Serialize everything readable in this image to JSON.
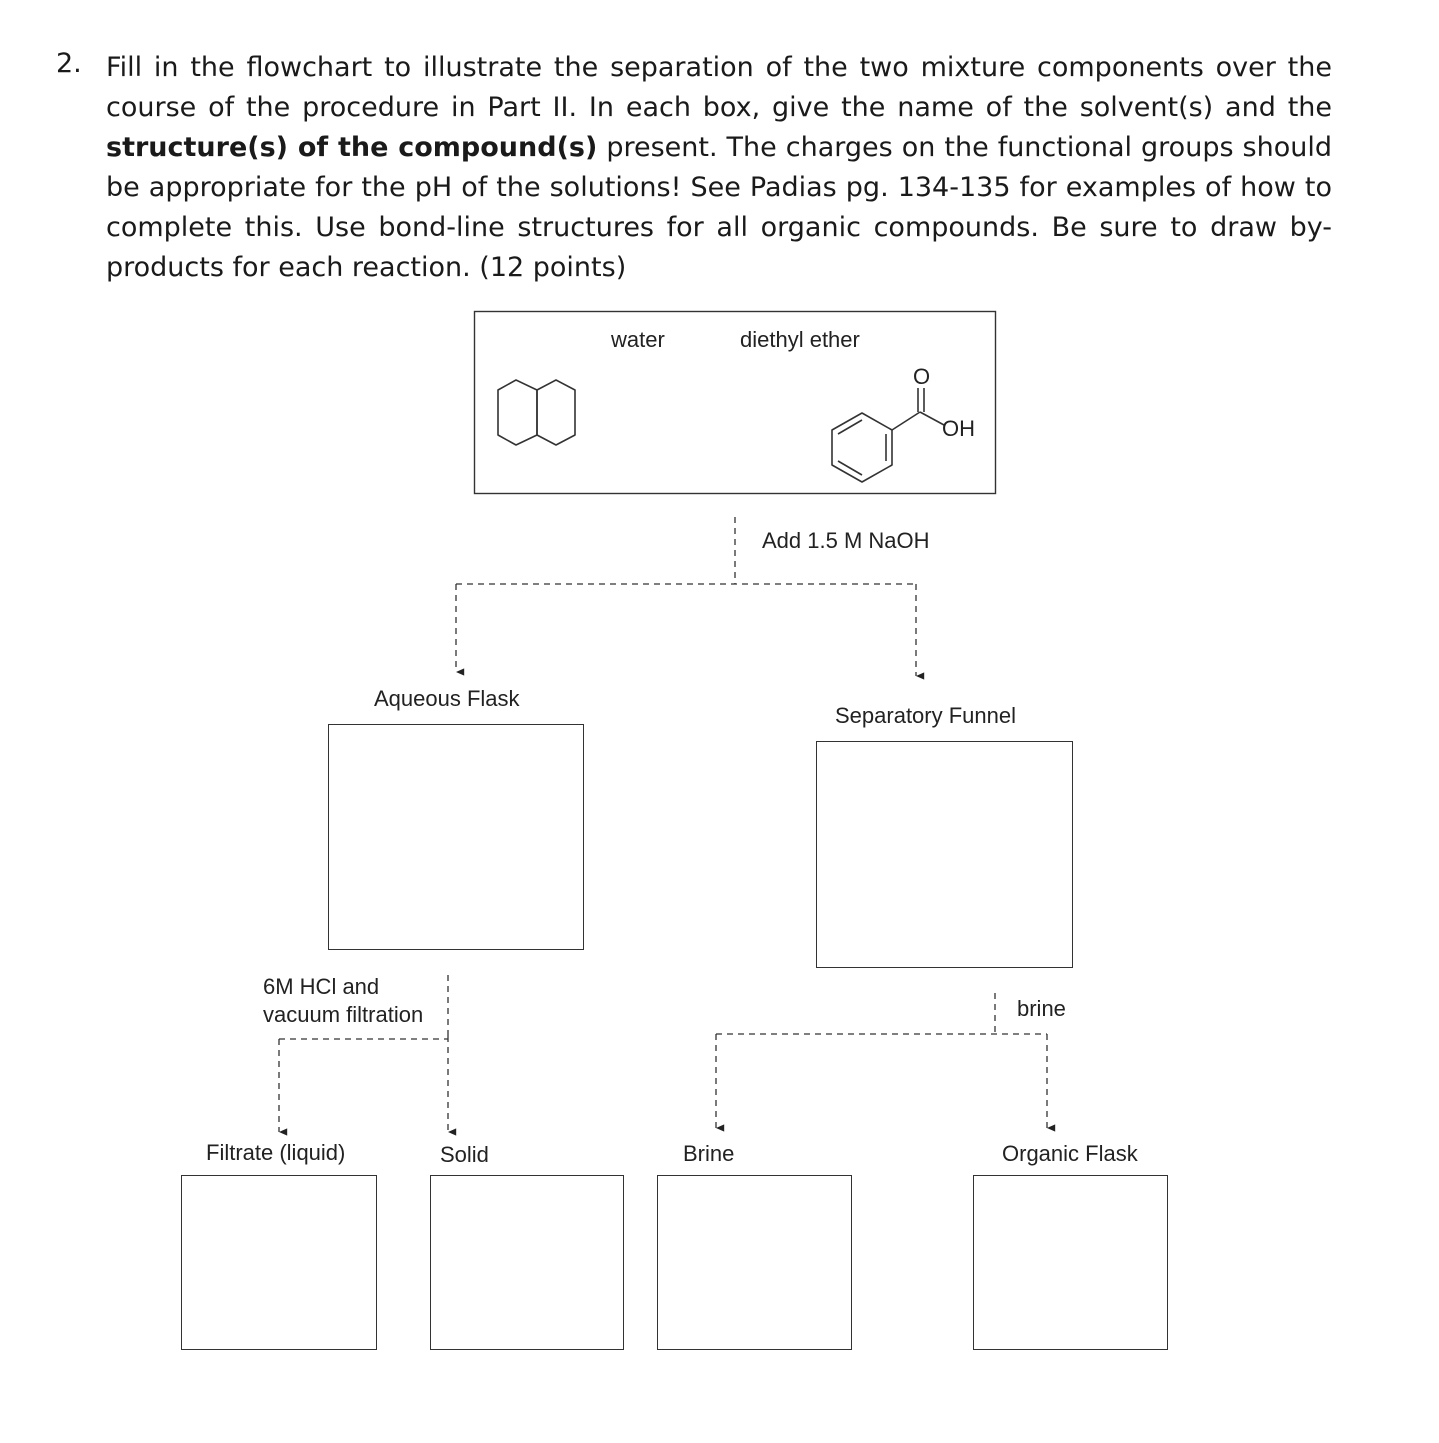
{
  "question": {
    "number": "2.",
    "text_part1": "Fill in the flowchart to illustrate the separation of the two mixture components over the course of the procedure in Part II. In each box, give the name of the solvent(s) and the ",
    "text_bold": "structure(s) of the compound(s)",
    "text_part2": " present. The charges on the functional groups should be appropriate for the pH of the solutions! See Padias pg. 134-135 for examples of how to complete this. Use bond-line structures for all organic compounds. Be sure to draw by-products for each reaction. (12 points)"
  },
  "start_box": {
    "solvent_1": "water",
    "solvent_2": "diethyl ether",
    "hydroxyl_label": "OH",
    "carbonyl_label": "O",
    "compound_1_icon": "naphthalene-structure",
    "compound_2_icon": "benzoic-acid-structure"
  },
  "reagents": {
    "step1": "Add 1.5 M NaOH",
    "step2_line1": "6M HCl and",
    "step2_line2": "vacuum filtration",
    "step3": "brine"
  },
  "boxes": {
    "aqueous_flask": "Aqueous Flask",
    "separatory_funnel": "Separatory Funnel",
    "filtrate": "Filtrate (liquid)",
    "solid": "Solid",
    "brine": "Brine",
    "organic_flask": "Organic Flask"
  }
}
